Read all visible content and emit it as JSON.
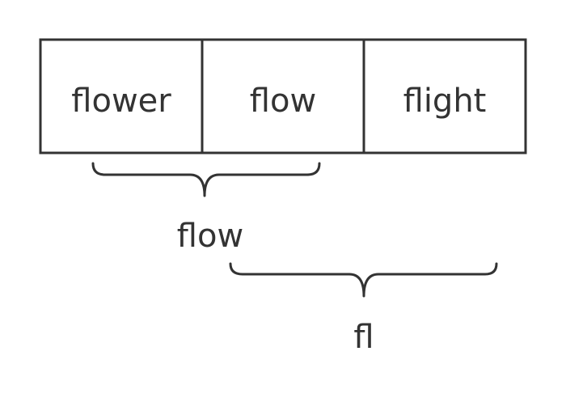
{
  "words": [
    "flower",
    "flow",
    "flight"
  ],
  "prefixes": [
    {
      "label": "flow",
      "spans": [
        "flower",
        "flow"
      ]
    },
    {
      "label": "fl",
      "spans": [
        "flow",
        "flight"
      ]
    }
  ],
  "colors": {
    "stroke": "#333333",
    "text": "#333333",
    "background": "#ffffff"
  }
}
